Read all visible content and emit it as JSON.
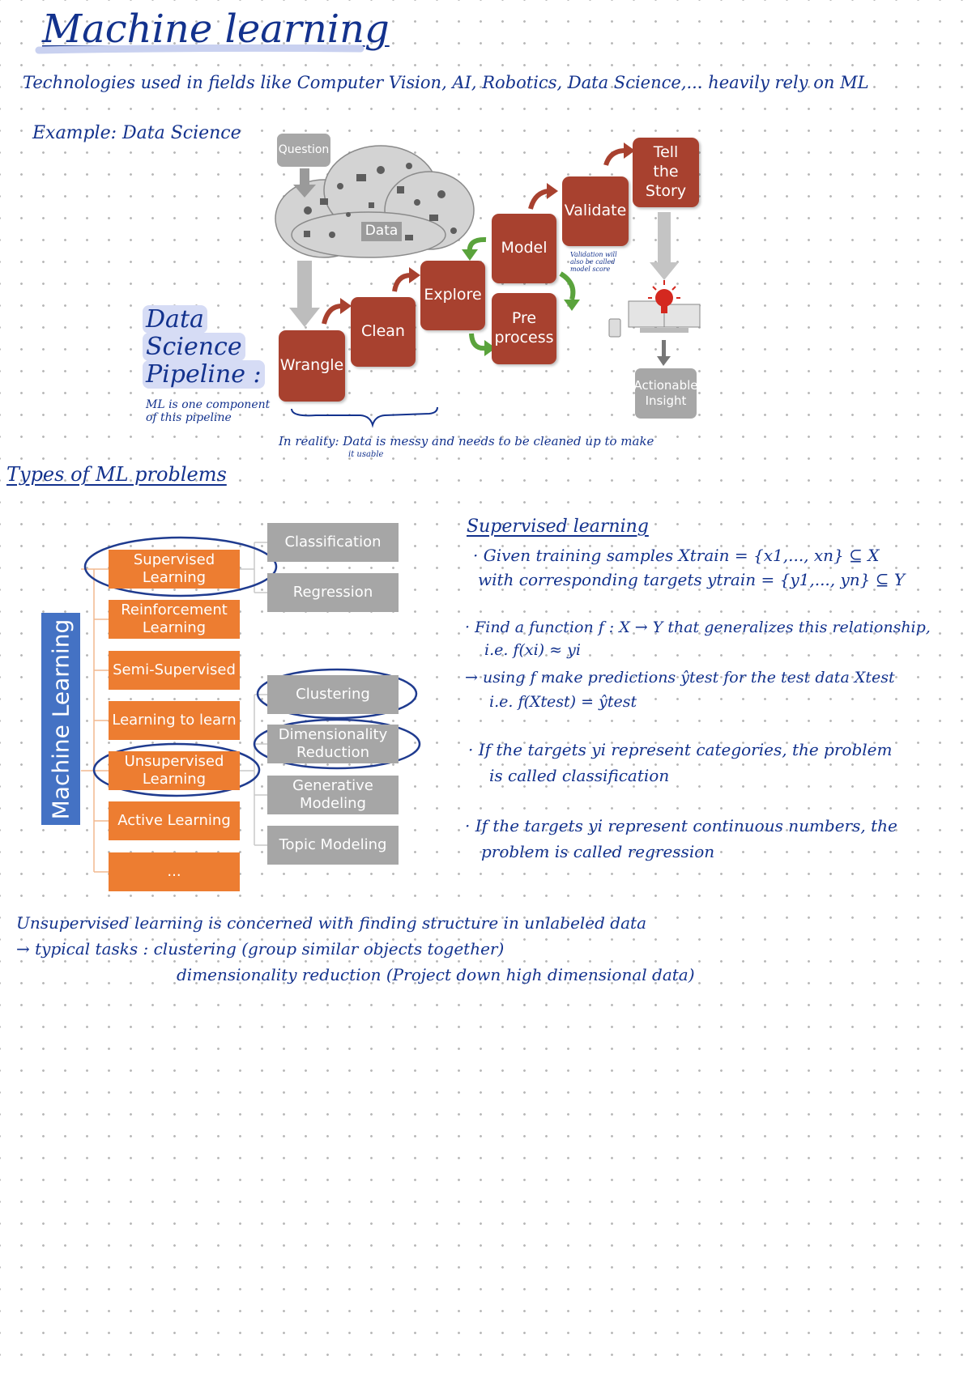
{
  "title": "Machine learning",
  "intro": "Technologies used in fields like Computer Vision, AI, Robotics, Data Science,... heavily rely on ML",
  "example_label": "Example: Data Science",
  "pipeline": {
    "side_title": [
      "Data",
      "Science",
      "Pipeline :"
    ],
    "ml_note": [
      "ML is one component",
      "of this pipeline"
    ],
    "reality_note": "In reality: Data is messy and needs to be cleaned up to make",
    "reality_note_cont": "it usable",
    "validation_note": [
      "Validation will",
      "also be called",
      "model score"
    ],
    "question": "Question",
    "data": "Data",
    "wrangle": "Wrangle",
    "clean": "Clean",
    "explore": "Explore",
    "model": "Model",
    "preprocess": "Pre process",
    "validate": "Validate",
    "tell_story": "Tell the Story",
    "actionable": "Actionable Insight"
  },
  "types_heading": "Types of ML problems",
  "tree": {
    "root": "Machine Learning",
    "categories": [
      "Supervised Learning",
      "Reinforcement Learning",
      "Semi-Supervised",
      "Learning to learn",
      "Unsupervised Learning",
      "Active Learning",
      "..."
    ],
    "supervised_tasks": [
      "Classification",
      "Regression"
    ],
    "unsupervised_tasks": [
      "Clustering",
      "Dimensionality Reduction",
      "Generative Modeling",
      "Topic Modeling"
    ]
  },
  "supervised": {
    "heading": "Supervised learning",
    "line1": "· Given training samples  Xtrain = {x1,..., xn} ⊆ X",
    "line2": "with corresponding targets  ytrain = {y1,..., yn} ⊆ Y",
    "line3": "· Find a function f : X → Y  that generalizes this relationship,",
    "line4": "i.e. f(xi) ≈ yi",
    "line5": "→ using f make predictions ŷtest for the test data Xtest",
    "line6": "i.e. f(Xtest) = ŷtest",
    "line7": "· If the targets yi represent categories, the problem",
    "line8": "is called classification",
    "line9": "· If the targets yi represent continuous numbers, the",
    "line10": "problem  is called regression"
  },
  "unsupervised": {
    "line1": "Unsupervised learning  is concerned with finding structure in unlabeled data",
    "line2": "→ typical tasks :  clustering (group similar objects together)",
    "line3": "dimensionality reduction  (Project down high dimensional data)"
  },
  "colors": {
    "ink": "#13328d",
    "highlight": "#d6dcf5",
    "pipeline_red": "#a8412f",
    "tree_orange": "#ed7d31",
    "tree_root": "#4472c4",
    "grey": "#a6a6a6",
    "arrow_green": "#5aa33c"
  }
}
